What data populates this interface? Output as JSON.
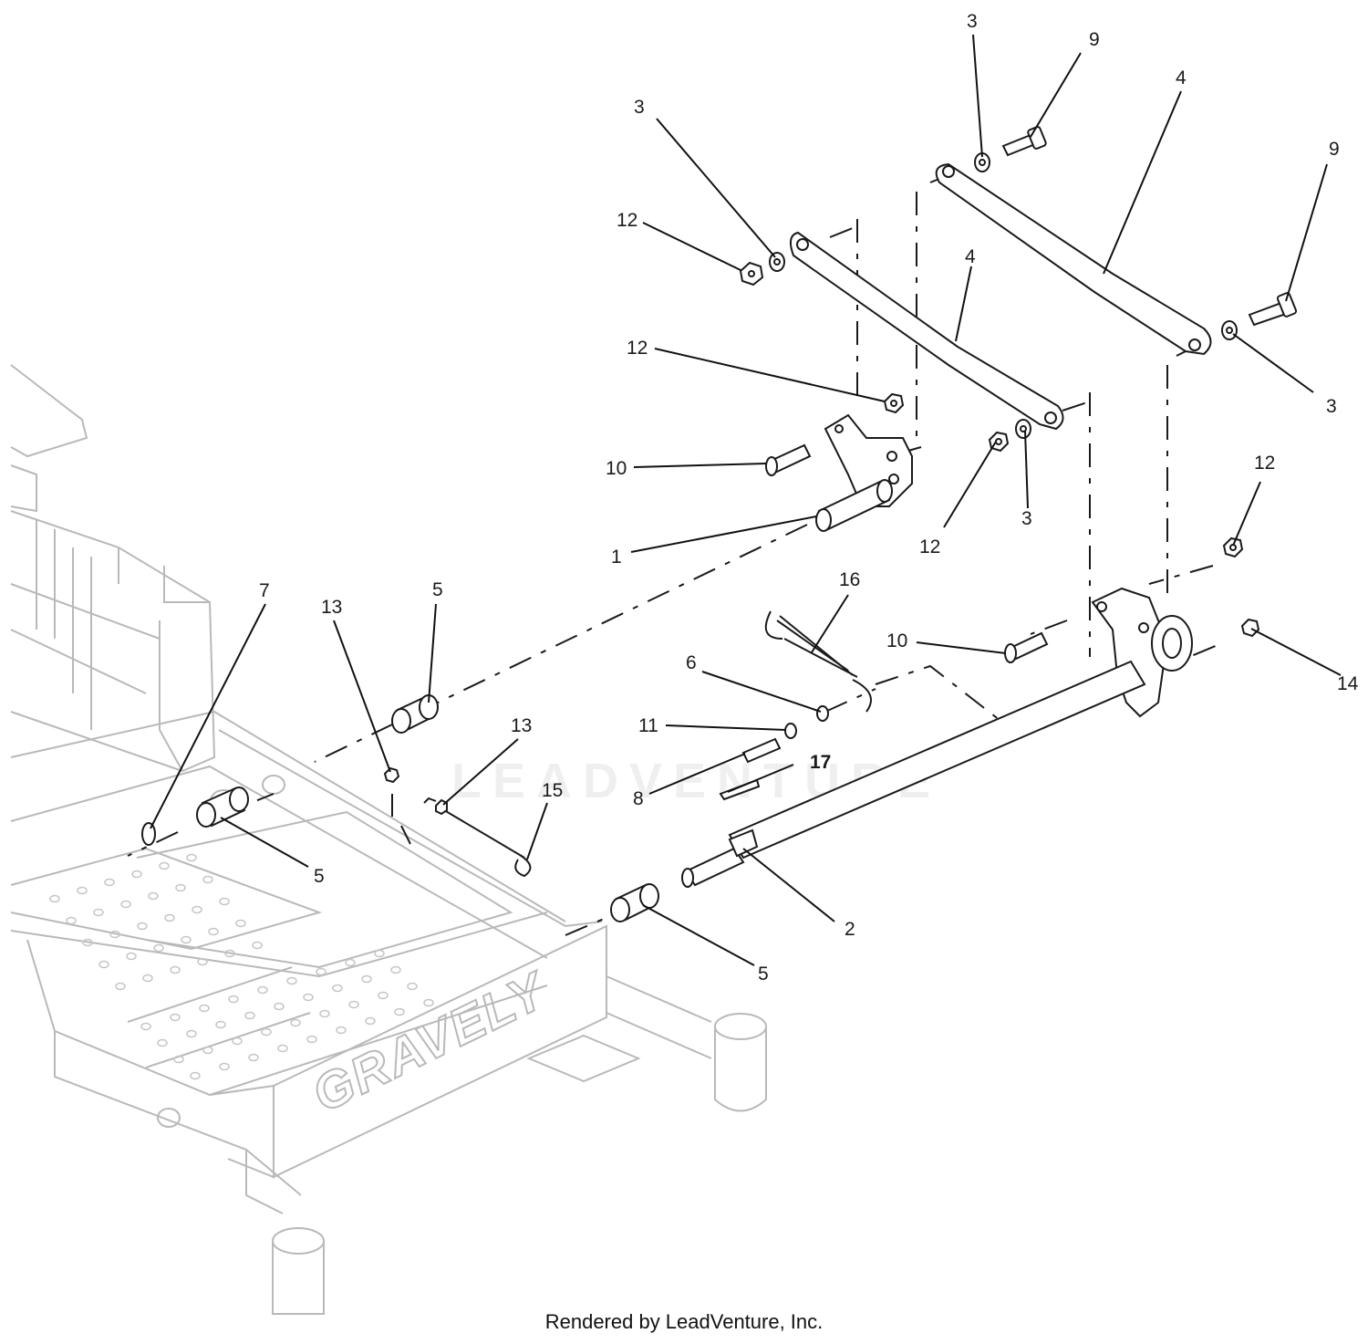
{
  "footer_text": "Rendered by LeadVenture, Inc.",
  "watermark_text": "LEADVENTURE",
  "frame_brand_text": "GRAVELY",
  "colors": {
    "line": "#1a1a1a",
    "frame": "#b9b9b9",
    "leader": "#111111"
  },
  "callouts": [
    {
      "id": "c3a",
      "label": "3"
    },
    {
      "id": "c9a",
      "label": "9"
    },
    {
      "id": "c4a",
      "label": "4"
    },
    {
      "id": "c9b",
      "label": "9"
    },
    {
      "id": "c3b",
      "label": "3"
    },
    {
      "id": "c12a",
      "label": "12"
    },
    {
      "id": "c4b",
      "label": "4"
    },
    {
      "id": "c12b",
      "label": "12"
    },
    {
      "id": "c3c",
      "label": "3"
    },
    {
      "id": "c10a",
      "label": "10"
    },
    {
      "id": "c1",
      "label": "1"
    },
    {
      "id": "c12c",
      "label": "12"
    },
    {
      "id": "c3d",
      "label": "3"
    },
    {
      "id": "c12d",
      "label": "12"
    },
    {
      "id": "c7",
      "label": "7"
    },
    {
      "id": "c13a",
      "label": "13"
    },
    {
      "id": "c5a",
      "label": "5"
    },
    {
      "id": "c16",
      "label": "16"
    },
    {
      "id": "c10b",
      "label": "10"
    },
    {
      "id": "c14",
      "label": "14"
    },
    {
      "id": "c6",
      "label": "6"
    },
    {
      "id": "c11",
      "label": "11"
    },
    {
      "id": "c13b",
      "label": "13"
    },
    {
      "id": "c17",
      "label": "17"
    },
    {
      "id": "c8",
      "label": "8"
    },
    {
      "id": "c15",
      "label": "15"
    },
    {
      "id": "c5b",
      "label": "5"
    },
    {
      "id": "c2",
      "label": "2"
    },
    {
      "id": "c5c",
      "label": "5"
    }
  ]
}
